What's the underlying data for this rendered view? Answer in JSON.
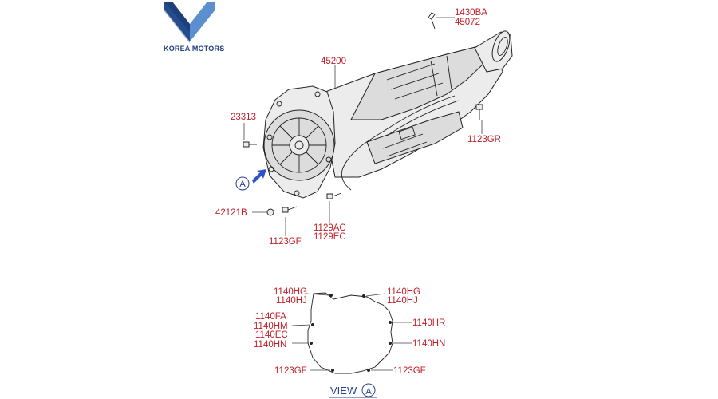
{
  "logo": {
    "text": "KOREA MOTORS",
    "colors": {
      "dark": "#1f3f7a",
      "light": "#5b8fd0"
    }
  },
  "callouts": {
    "c_1430ba": "1430BA",
    "c_45072": "45072",
    "c_45200": "45200",
    "c_23313": "23313",
    "c_1123gr": "1123GR",
    "c_42121b": "42121B",
    "c_1123gf": "1123GF",
    "c_1129ac": "1129AC",
    "c_1129ec": "1129EC"
  },
  "view_marker": "A",
  "gasket": {
    "left": [
      "1140HG",
      "1140HJ",
      "1140FA",
      "1140HM",
      "1140EC",
      "1140HN",
      "1123GF"
    ],
    "right": [
      "1140HG",
      "1140HJ",
      "1140HR",
      "1140HN",
      "1123GF"
    ]
  },
  "view_label": {
    "text": "VIEW",
    "marker": "A"
  },
  "colors": {
    "label": "#c0202a",
    "view": "#2a3f8f",
    "arrow": "#2f52c8"
  }
}
